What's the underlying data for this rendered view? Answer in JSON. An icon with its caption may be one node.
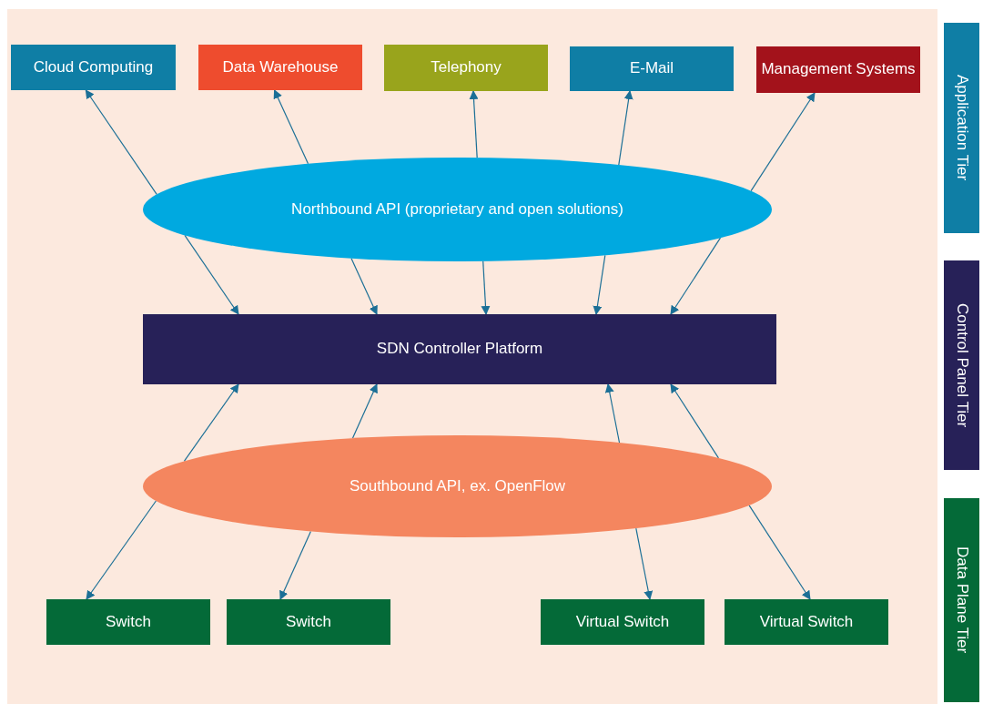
{
  "diagram": {
    "nodes": [
      {
        "text": [
          "Cloud Computing"
        ]
      },
      {
        "text": [
          "Data Warehouse"
        ]
      },
      {
        "text": [
          "Telephony"
        ]
      },
      {
        "text": [
          "E-Mail"
        ]
      },
      {
        "text": [
          "Management Systems"
        ]
      },
      {
        "text": [
          "Northbound API (proprietary and open solutions)"
        ]
      },
      {
        "text": [
          "SDN Controller Platform"
        ]
      },
      {
        "text": [
          "Southbound API, ex. OpenFlow"
        ]
      },
      {
        "text": [
          "Switch"
        ]
      },
      {
        "text": [
          "Switch"
        ]
      },
      {
        "text": [
          "Virtual Switch"
        ]
      },
      {
        "text": [
          "Virtual Switch"
        ]
      },
      {
        "text": [
          "Application Tier"
        ]
      },
      {
        "text": [
          "Control Panel Tier"
        ]
      },
      {
        "text": [
          "Data Plane Tier"
        ]
      }
    ],
    "edges": [
      {
        "from": 5,
        "to": 0,
        "arrow": "to"
      },
      {
        "from": 5,
        "to": 6,
        "arrow": "to"
      },
      {
        "from": 5,
        "to": 1,
        "arrow": "to"
      },
      {
        "from": 5,
        "to": 6,
        "arrow": "to"
      },
      {
        "from": 5,
        "to": 2,
        "arrow": "to"
      },
      {
        "from": 5,
        "to": 6,
        "arrow": "to"
      },
      {
        "from": 5,
        "to": 3,
        "arrow": "to"
      },
      {
        "from": 5,
        "to": 6,
        "arrow": "to"
      },
      {
        "from": 5,
        "to": 4,
        "arrow": "to"
      },
      {
        "from": 5,
        "to": 6,
        "arrow": "to"
      },
      {
        "from": 7,
        "to": 6,
        "arrow": "to"
      },
      {
        "from": 7,
        "to": 8,
        "arrow": "to"
      },
      {
        "from": 7,
        "to": 6,
        "arrow": "to"
      },
      {
        "from": 7,
        "to": 9,
        "arrow": "to"
      },
      {
        "from": 7,
        "to": 6,
        "arrow": "to"
      },
      {
        "from": 7,
        "to": 10,
        "arrow": "to"
      },
      {
        "from": 7,
        "to": 6,
        "arrow": "to"
      },
      {
        "from": 7,
        "to": 11,
        "arrow": "to"
      }
    ]
  }
}
